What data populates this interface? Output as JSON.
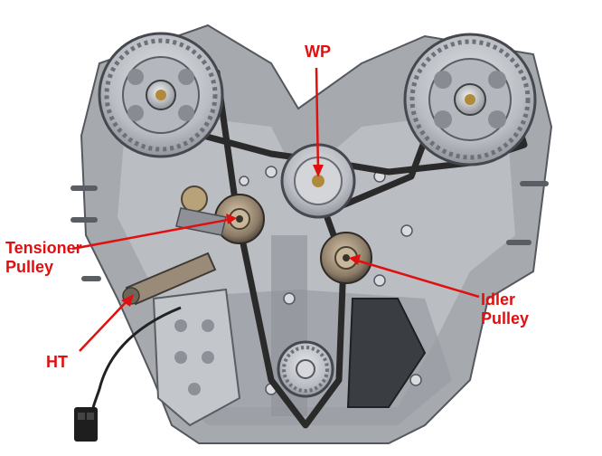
{
  "colors": {
    "annotation": "#e01010",
    "background": "#ffffff",
    "metal_light": "#c9ccd1",
    "metal_dark": "#5a5d63",
    "belt": "#2a2a2a"
  },
  "labels": {
    "water_pump": "WP",
    "tensioner_pulley": "Tensioner\nPulley",
    "idler_pulley": "Idler\nPulley",
    "hydraulic_tensioner": "HT"
  }
}
